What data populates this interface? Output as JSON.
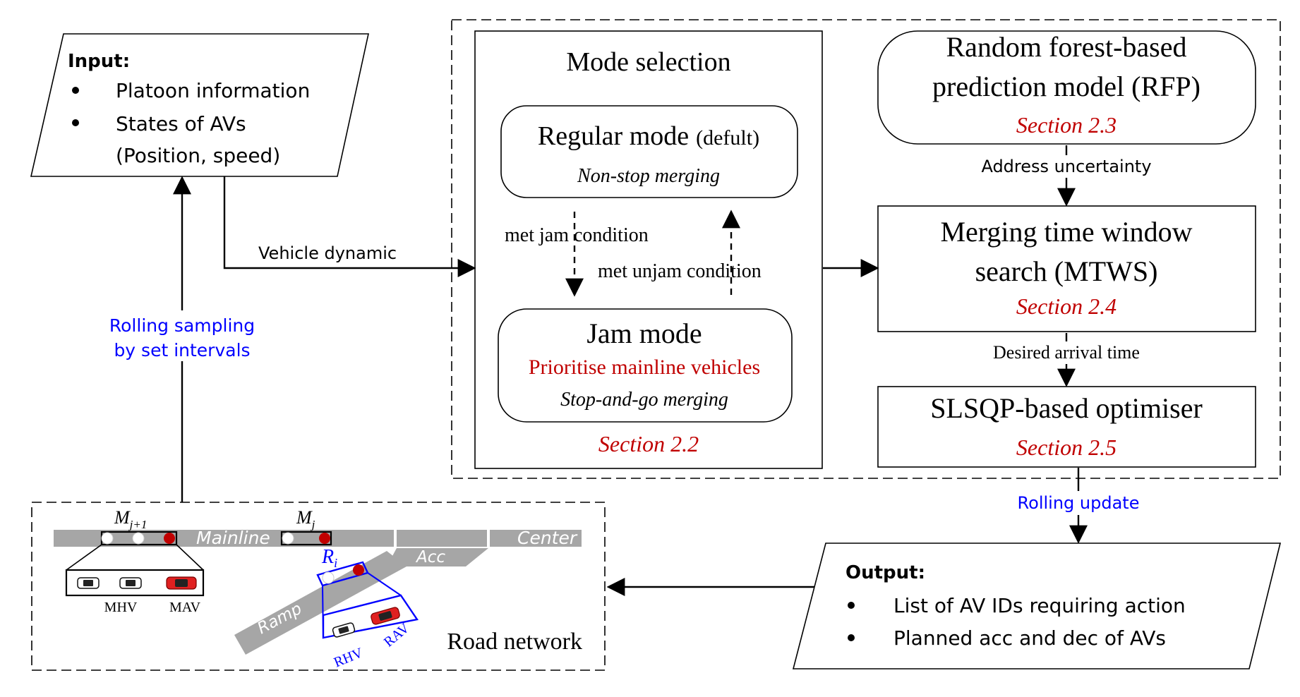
{
  "colors": {
    "black": "#000000",
    "red": "#c00000",
    "blue": "#0000ff",
    "road": "#a6a6a6",
    "car_red": "#e02020"
  },
  "input_box": {
    "title": "Input:",
    "items": [
      "Platoon information",
      "States of AVs"
    ],
    "continuation": "(Position, speed)"
  },
  "edges": {
    "vehicle_dynamic": "Vehicle dynamic",
    "rolling_sampling_line1": "Rolling sampling",
    "rolling_sampling_line2": "by set intervals",
    "address_uncertainty": "Address uncertainty",
    "desired_arrival_time": "Desired arrival time",
    "rolling_update": "Rolling update"
  },
  "mode_selection": {
    "title": "Mode selection",
    "regular": {
      "title": "Regular mode",
      "suffix": "(defult)",
      "subtitle": "Non-stop merging"
    },
    "met_jam": "met jam condition",
    "met_unjam": "met unjam condition",
    "jam": {
      "title": "Jam mode",
      "priority": "Prioritise mainline vehicles",
      "subtitle": "Stop-and-go merging"
    },
    "section": "Section 2.2"
  },
  "rfp": {
    "line1": "Random forest-based",
    "line2": "prediction model (RFP)",
    "section": "Section 2.3"
  },
  "mtws": {
    "line1": "Merging time window",
    "line2": "search (MTWS)",
    "section": "Section 2.4"
  },
  "slsqp": {
    "title": "SLSQP-based optimiser",
    "section": "Section 2.5"
  },
  "output_box": {
    "title": "Output:",
    "items": [
      "List of AV IDs requiring action",
      "Planned acc and dec of AVs"
    ]
  },
  "road_network": {
    "title": "Road network",
    "mainline": "Mainline",
    "center": "Center",
    "acc": "Acc",
    "ramp": "Ramp",
    "mj1_base": "M",
    "mj1_sub": "j+1",
    "mj_base": "M",
    "mj_sub": "j",
    "ri_base": "R",
    "ri_sub": "i",
    "mhv": "MHV",
    "mav": "MAV",
    "rhv": "RHV",
    "rav": "RAV"
  }
}
